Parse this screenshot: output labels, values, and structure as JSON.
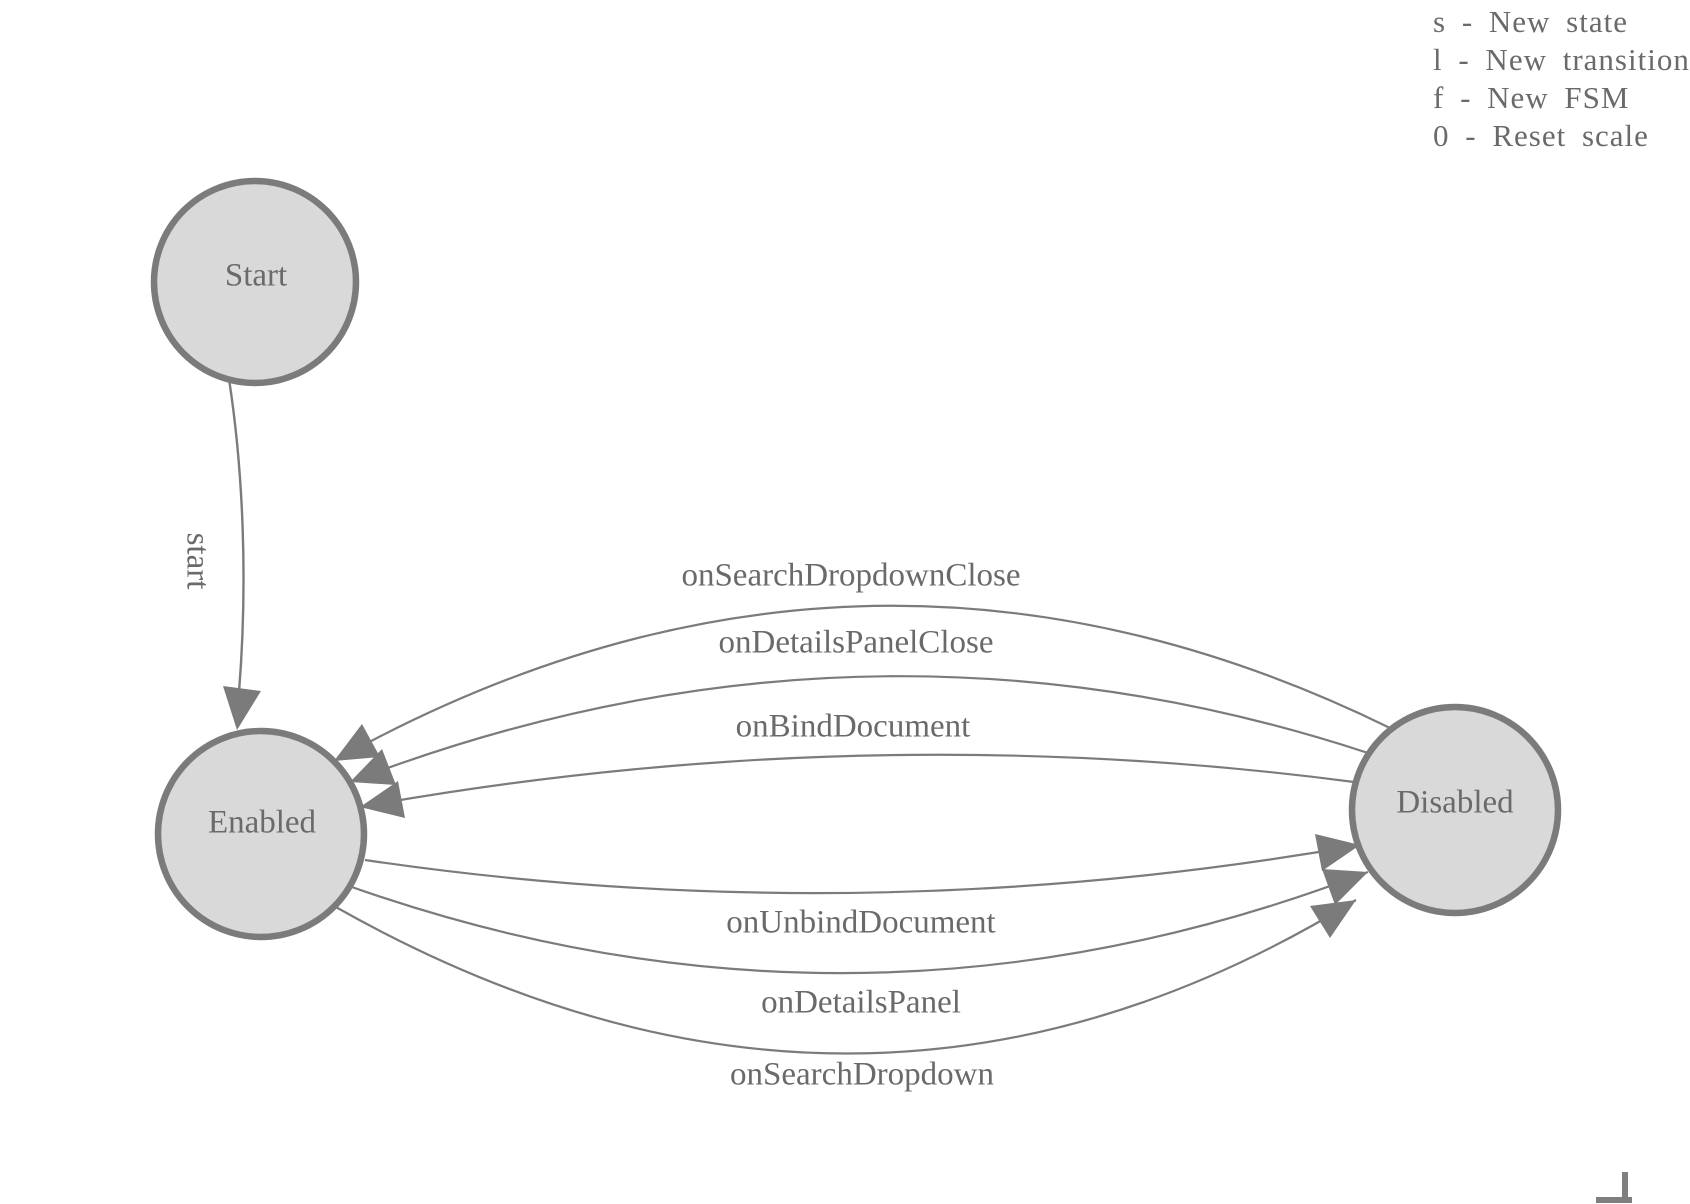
{
  "legend": {
    "items": [
      "s - New state",
      "l - New transition",
      "f - New FSM",
      "0 - Reset scale"
    ]
  },
  "nodes": [
    {
      "id": "start",
      "label": "Start"
    },
    {
      "id": "enabled",
      "label": "Enabled"
    },
    {
      "id": "disabled",
      "label": "Disabled"
    }
  ],
  "edges": [
    {
      "from": "start",
      "to": "enabled",
      "label": "start"
    },
    {
      "from": "disabled",
      "to": "enabled",
      "label": "onSearchDropdownClose"
    },
    {
      "from": "disabled",
      "to": "enabled",
      "label": "onDetailsPanelClose"
    },
    {
      "from": "disabled",
      "to": "enabled",
      "label": "onBindDocument"
    },
    {
      "from": "enabled",
      "to": "disabled",
      "label": "onUnbindDocument"
    },
    {
      "from": "enabled",
      "to": "disabled",
      "label": "onDetailsPanel"
    },
    {
      "from": "enabled",
      "to": "disabled",
      "label": "onSearchDropdown"
    }
  ],
  "colors": {
    "node_fill": "#d9d9d9",
    "node_stroke": "#7b7b7b",
    "edge_stroke": "#7b7b7b",
    "arrow_fill": "#7b7b7b",
    "text": "#6a6a6a",
    "bracket": "#7f7f7f"
  }
}
